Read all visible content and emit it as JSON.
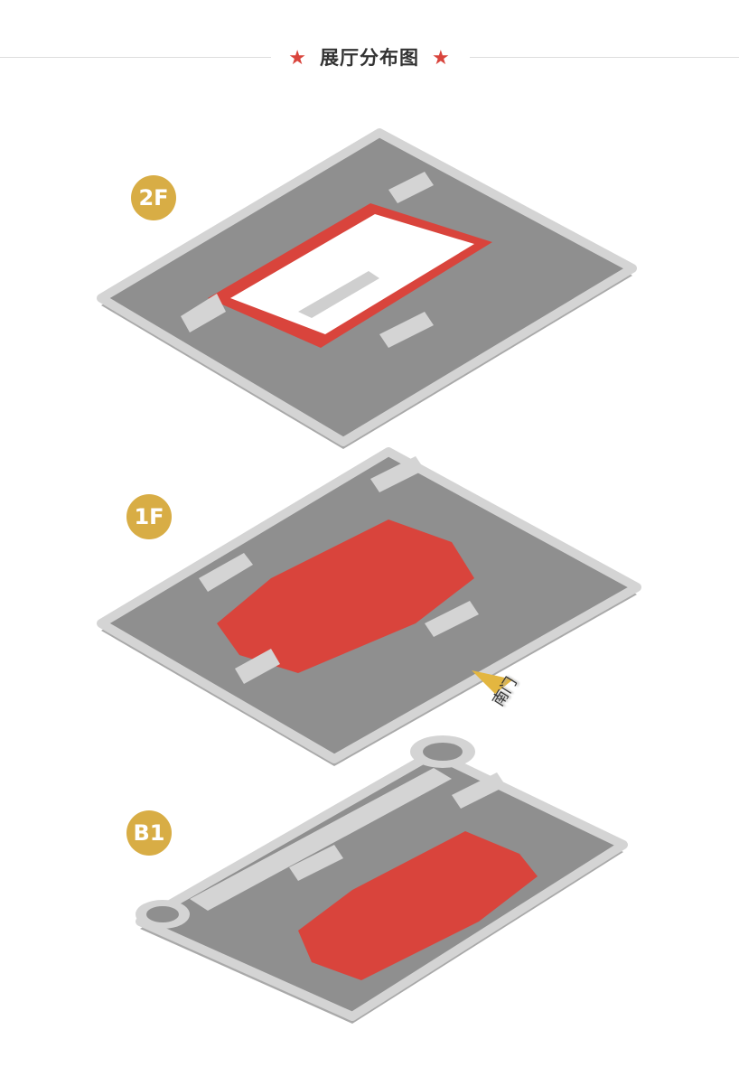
{
  "header": {
    "title": "展厅分布图",
    "star_icon": "★"
  },
  "floors": [
    {
      "label": "2F"
    },
    {
      "label": "1F"
    },
    {
      "label": "B1"
    }
  ],
  "entrance": {
    "label": "南门",
    "arrow_color": "#e3b640"
  },
  "colors": {
    "exhibit": "#d9443c",
    "floor": "#8e8e8e",
    "wall": "#cfcfcf",
    "badge": "#d8ad45"
  }
}
